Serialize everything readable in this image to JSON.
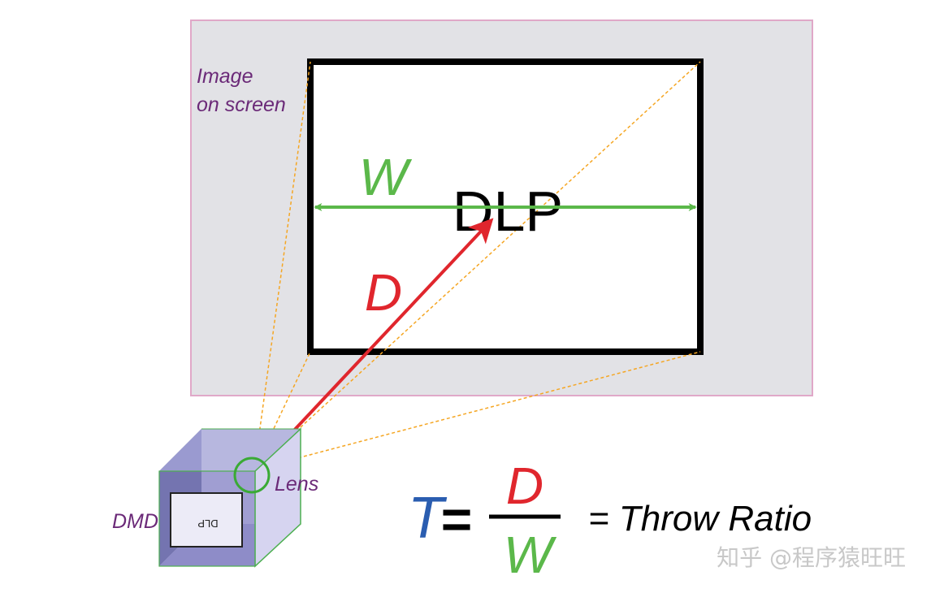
{
  "labels": {
    "image_on_screen_line1": "Image",
    "image_on_screen_line2": "on screen",
    "width_symbol": "W",
    "screen_text": "DLP",
    "distance_symbol": "D",
    "lens_label": "Lens",
    "dmd_label": "DMD",
    "dmd_image_text": "DLP"
  },
  "formula": {
    "t_symbol": "T",
    "equals": "=",
    "numerator": "D",
    "denominator": "W",
    "result_text": "= Throw Ratio"
  },
  "watermark": "知乎 @程序猿旺旺",
  "colors": {
    "red": "#e0262d",
    "green": "#5bb84a",
    "blue": "#2a5db0",
    "purple": "#6b2a78",
    "orange": "#f5a623",
    "screen_bg": "#e2e2e6",
    "screen_border": "#e0a8c8"
  }
}
